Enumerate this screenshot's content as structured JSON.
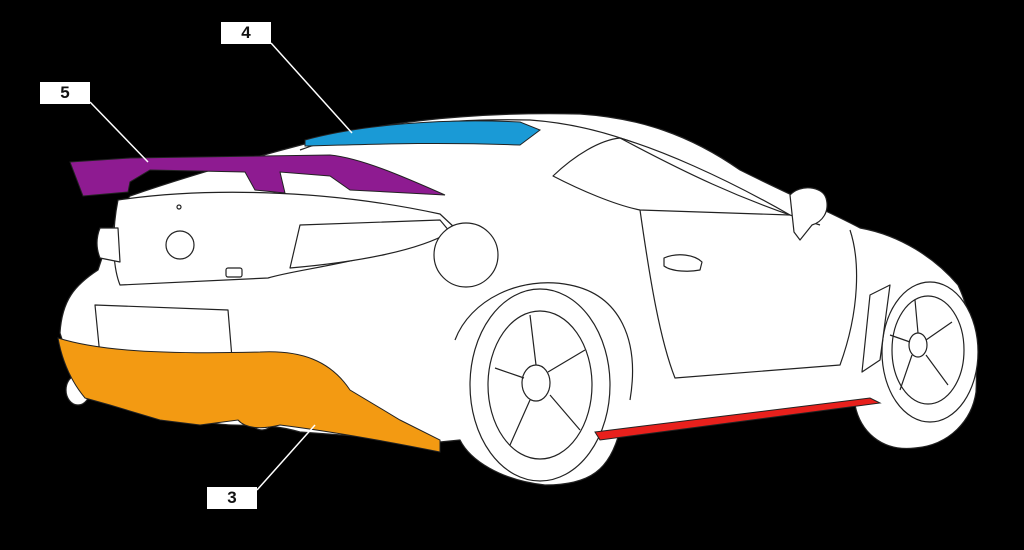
{
  "diagram": {
    "subject": "car-rear-three-quarter-line-art",
    "background_color": "#000000",
    "line_color": "#222222",
    "body_color": "#ffffff"
  },
  "parts": [
    {
      "id": "rear-wing",
      "label": "5",
      "color": "#8e1b91"
    },
    {
      "id": "roof-spoiler",
      "label": "4",
      "color": "#1a9ad6"
    },
    {
      "id": "rear-diffuser",
      "label": "3",
      "color": "#f39a12"
    },
    {
      "id": "side-skirt",
      "label": "",
      "color": "#e8201c"
    }
  ]
}
